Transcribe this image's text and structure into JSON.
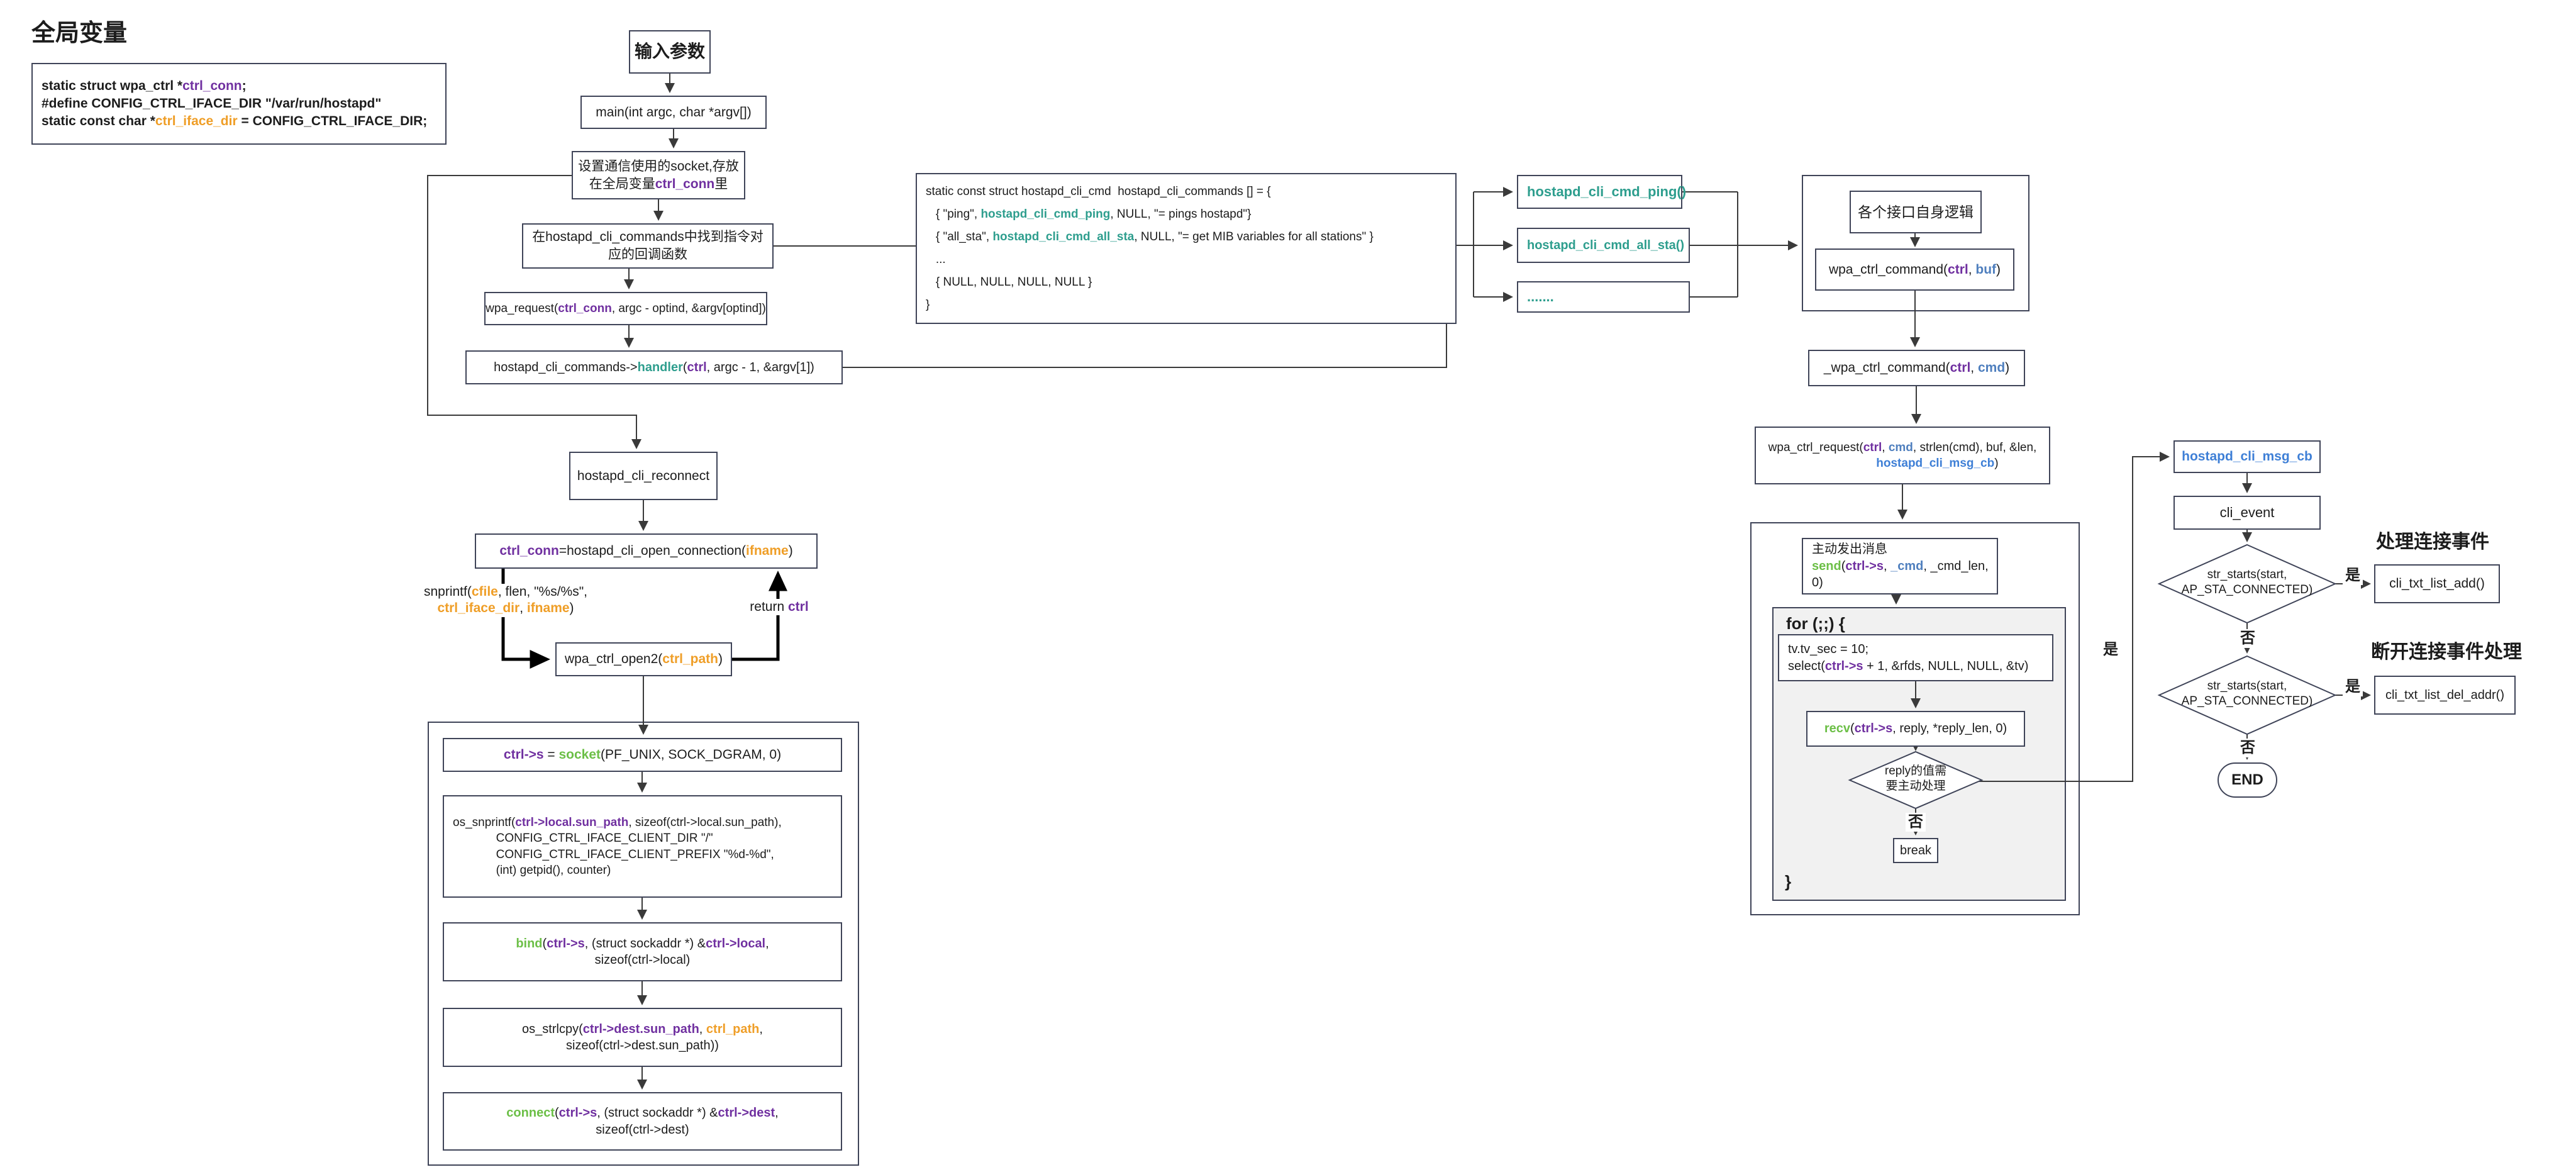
{
  "palette": {
    "purple": "#7030a0",
    "orange": "#ef9e27",
    "teal": "#2e9e8e",
    "green": "#6cbf47",
    "blue": "#4f7fbe",
    "bright_blue": "#3e7fd6",
    "border": "#3f4458",
    "text": "#1c1c1c",
    "line": "#3a3a3a",
    "for_fill": "#f1f1f1"
  },
  "labels": {
    "title": "全局变量",
    "input": "输入参数",
    "reconnect": "hostapd_cli_reconnect",
    "main": "main(int argc, char *argv[])",
    "cli_event": "cli_event",
    "for_open": "for (;;) {",
    "for_close": "}",
    "break": "break",
    "end": "END",
    "yes": "是",
    "no": "否",
    "reply_diamond": "reply的值需\n要主动处理",
    "str_starts_diamond": "str_starts(start,\nAP_STA_CONNECTED)",
    "head_connect": "处理连接事件",
    "head_disconnect": "断开连接事件处理",
    "logic": "各个接口自身逻辑",
    "find": "在hostapd_cli_commands中找到指令对\n应的回调函数",
    "add": "cli_txt_list_add()",
    "del": "cli_txt_list_del_addr()"
  },
  "nodes": {
    "globals": {
      "segments": [
        {
          "t": "static struct wpa_ctrl *"
        },
        {
          "t": "ctrl_conn",
          "c": "p"
        },
        {
          "t": ";\n#define CONFIG_CTRL_IFACE_DIR \"/var/run/hostapd\"\nstatic const char *"
        },
        {
          "t": "ctrl_iface_dir",
          "c": "o"
        },
        {
          "t": " = CONFIG_CTRL_IFACE_DIR;"
        }
      ]
    },
    "setup": {
      "segments": [
        {
          "t": "设置通信使用的socket,存放\n在全局变量"
        },
        {
          "t": "ctrl_conn",
          "c": "p"
        },
        {
          "t": "里"
        }
      ]
    },
    "wpa_request": {
      "segments": [
        {
          "t": "wpa_request("
        },
        {
          "t": "ctrl_conn",
          "c": "p"
        },
        {
          "t": ", argc - optind, &argv[optind])"
        }
      ]
    },
    "handler": {
      "segments": [
        {
          "t": "hostapd_cli_commands->"
        },
        {
          "t": "handler",
          "c": "t"
        },
        {
          "t": "("
        },
        {
          "t": "ctrl",
          "c": "p"
        },
        {
          "t": ", argc - 1, &argv[1])"
        }
      ]
    },
    "conn_open": {
      "segments": [
        {
          "t": "ctrl_conn",
          "c": "p"
        },
        {
          "t": "=hostapd_cli_open_connection("
        },
        {
          "t": "ifname",
          "c": "o"
        },
        {
          "t": ")"
        }
      ]
    },
    "snprintf_label": {
      "segments": [
        {
          "t": "snprintf("
        },
        {
          "t": "cfile",
          "c": "o"
        },
        {
          "t": ", flen, \"%s/%s\",\n"
        },
        {
          "t": "ctrl_iface_dir",
          "c": "o"
        },
        {
          "t": ", "
        },
        {
          "t": "ifname",
          "c": "o"
        },
        {
          "t": ")"
        }
      ]
    },
    "return_label": {
      "segments": [
        {
          "t": "return "
        },
        {
          "t": "ctrl",
          "c": "p"
        }
      ]
    },
    "open2": {
      "segments": [
        {
          "t": "wpa_ctrl_open2("
        },
        {
          "t": "ctrl_path",
          "c": "o"
        },
        {
          "t": ")"
        }
      ]
    },
    "socket": {
      "segments": [
        {
          "t": "ctrl->s",
          "c": "p"
        },
        {
          "t": " = "
        },
        {
          "t": "socket",
          "c": "g"
        },
        {
          "t": "(PF_UNIX, SOCK_DGRAM, 0)"
        }
      ]
    },
    "os_snprintf": {
      "segments": [
        {
          "t": "os_snprintf("
        },
        {
          "t": "ctrl->local.sun_path",
          "c": "p"
        },
        {
          "t": ", sizeof(ctrl->local.sun_path),\n             CONFIG_CTRL_IFACE_CLIENT_DIR \"/\"\n             CONFIG_CTRL_IFACE_CLIENT_PREFIX \"%d-%d\",\n             (int) getpid(), counter)"
        }
      ]
    },
    "bind": {
      "segments": [
        {
          "t": "bind",
          "c": "g"
        },
        {
          "t": "("
        },
        {
          "t": "ctrl->s",
          "c": "p"
        },
        {
          "t": ", (struct sockaddr *) &"
        },
        {
          "t": "ctrl->local",
          "c": "p"
        },
        {
          "t": ",\nsizeof(ctrl->local)"
        }
      ]
    },
    "strlcpy": {
      "segments": [
        {
          "t": "os_strlcpy("
        },
        {
          "t": "ctrl->dest.sun_path",
          "c": "p"
        },
        {
          "t": ", "
        },
        {
          "t": "ctrl_path",
          "c": "o"
        },
        {
          "t": ",\nsizeof(ctrl->dest.sun_path))"
        }
      ]
    },
    "connect": {
      "segments": [
        {
          "t": "connect",
          "c": "g"
        },
        {
          "t": "("
        },
        {
          "t": "ctrl->s",
          "c": "p"
        },
        {
          "t": ", (struct sockaddr *) &"
        },
        {
          "t": "ctrl->dest",
          "c": "p"
        },
        {
          "t": ",\nsizeof(ctrl->dest)"
        }
      ]
    },
    "struct_table": {
      "segments": [
        {
          "t": "static const struct hostapd_cli_cmd  hostapd_cli_commands [] = {\n   { \"ping\", "
        },
        {
          "t": "hostapd_cli_cmd_ping",
          "c": "t"
        },
        {
          "t": ", NULL, \"= pings hostapd\"}\n   { \"all_sta\", "
        },
        {
          "t": "hostapd_cli_cmd_all_sta",
          "c": "t"
        },
        {
          "t": ", NULL, \"= get MIB variables for all stations\" }\n   ...\n   { NULL, NULL, NULL, NULL }\n}"
        }
      ]
    },
    "cmd_ping": {
      "segments": [
        {
          "t": "hostapd_cli_cmd_ping()",
          "c": "t"
        }
      ]
    },
    "cmd_all_sta": {
      "segments": [
        {
          "t": "hostapd_cli_cmd_all_sta()",
          "c": "t"
        }
      ]
    },
    "cmd_dots": {
      "segments": [
        {
          "t": ".......",
          "c": "t"
        }
      ]
    },
    "wpa_ctrl_command": {
      "segments": [
        {
          "t": "wpa_ctrl_command("
        },
        {
          "t": "ctrl",
          "c": "p"
        },
        {
          "t": ", "
        },
        {
          "t": "buf",
          "c": "b"
        },
        {
          "t": ")"
        }
      ]
    },
    "uwpa_ctrl_command": {
      "segments": [
        {
          "t": "_wpa_ctrl_command("
        },
        {
          "t": "ctrl",
          "c": "p"
        },
        {
          "t": ", "
        },
        {
          "t": "cmd",
          "c": "b"
        },
        {
          "t": ")"
        }
      ]
    },
    "wpa_ctrl_request": {
      "segments": [
        {
          "t": "wpa_ctrl_request("
        },
        {
          "t": "ctrl",
          "c": "p"
        },
        {
          "t": ", "
        },
        {
          "t": "cmd",
          "c": "b"
        },
        {
          "t": ", strlen(cmd), buf, &len,\n                     "
        },
        {
          "t": "hostapd_cli_msg_cb",
          "c": "bb"
        },
        {
          "t": ")"
        }
      ]
    },
    "send": {
      "segments": [
        {
          "t": "主动发出消息\n"
        },
        {
          "t": "send",
          "c": "g"
        },
        {
          "t": "("
        },
        {
          "t": "ctrl->s",
          "c": "p"
        },
        {
          "t": ", "
        },
        {
          "t": "_cmd",
          "c": "b"
        },
        {
          "t": ", _cmd_len, 0)"
        }
      ]
    },
    "tv_select": {
      "segments": [
        {
          "t": "tv.tv_sec = 10;\nselect("
        },
        {
          "t": "ctrl->s",
          "c": "p"
        },
        {
          "t": " + 1, &rfds, NULL, NULL, &tv)"
        }
      ]
    },
    "recv": {
      "segments": [
        {
          "t": "recv",
          "c": "g"
        },
        {
          "t": "("
        },
        {
          "t": "ctrl->s",
          "c": "p"
        },
        {
          "t": ", reply, *reply_len, 0)"
        }
      ]
    },
    "msg_cb": {
      "segments": [
        {
          "t": "hostapd_cli_msg_cb",
          "c": "bb"
        }
      ]
    }
  }
}
